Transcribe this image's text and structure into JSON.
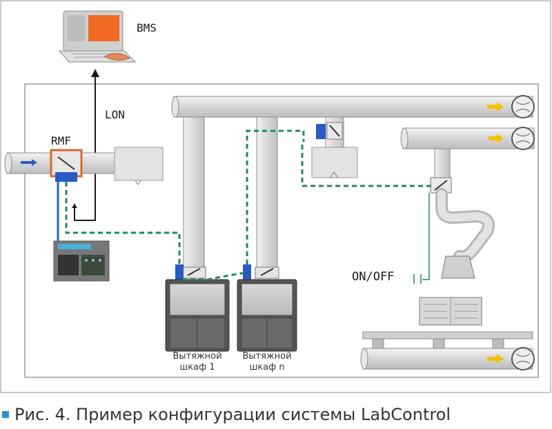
{
  "labels": {
    "bms": "BMS",
    "lon": "LON",
    "rmf": "RMF",
    "onoff": "ON/OFF"
  },
  "cabinets": [
    {
      "line1": "Вытяжной",
      "line2": "шкаф 1"
    },
    {
      "line1": "Вытяжной",
      "line2": "шкаф n"
    }
  ],
  "caption": "Рис. 4. Пример конфигурации системы LabControl",
  "icons": [
    "computer-icon",
    "fan-icon",
    "damper-icon",
    "arrow-icon"
  ],
  "colors": {
    "duct": "#dcdcdc",
    "pipe_outline": "#8a8a8a",
    "signal_dashed": "#1e8a5a",
    "actuator_blue": "#2a5bc4",
    "airflow_yellow": "#f2c200",
    "rmf_orange": "#e0662e",
    "caption_square": "#2d8fd5"
  }
}
